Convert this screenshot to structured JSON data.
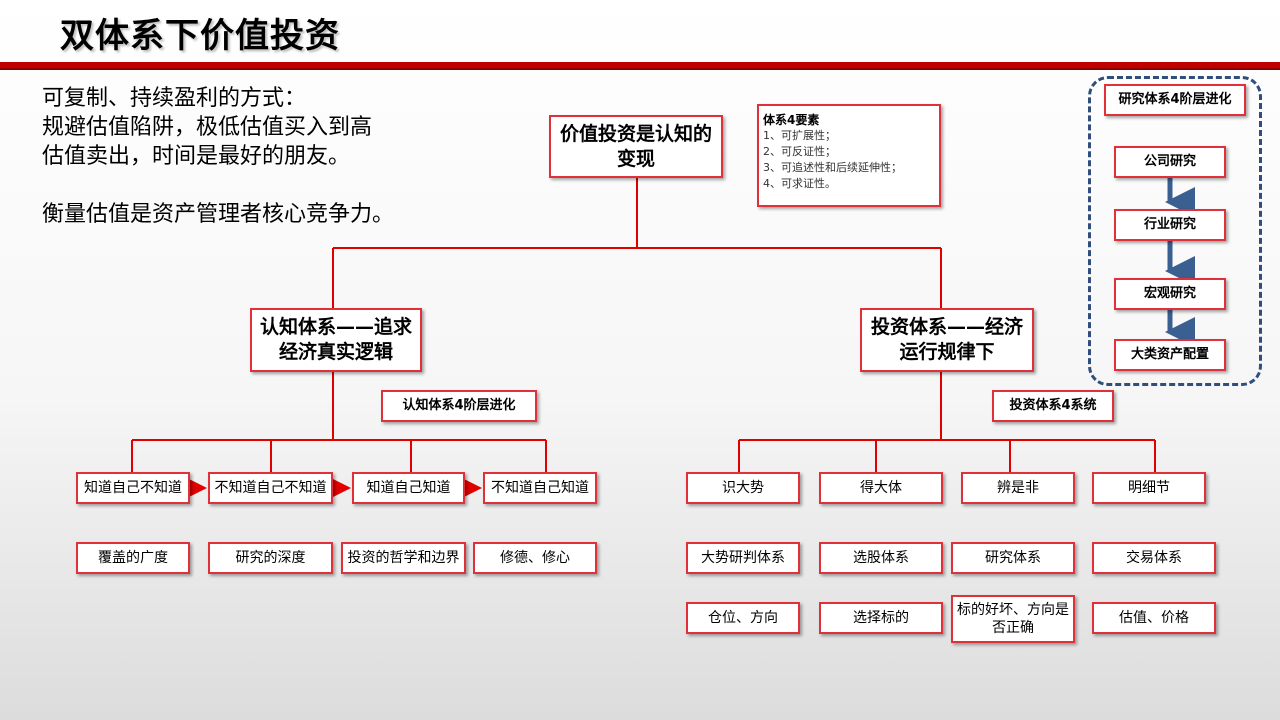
{
  "title": "双体系下价值投资",
  "intro": {
    "lines": [
      "可复制、持续盈利的方式：",
      "规避估值陷阱，极低估值买入到高",
      "估值卖出，时间是最好的朋友。"
    ],
    "tail": "衡量估值是资产管理者核心竞争力。"
  },
  "root": "价值投资是认知的变现",
  "requirements": {
    "title": "体系4要素",
    "items": [
      "1、可扩展性；",
      "2、可反证性；",
      "3、可追述性和后续延伸性；",
      "4、可求证性。"
    ]
  },
  "research": {
    "title": "研究体系4阶层进化",
    "steps": [
      "公司研究",
      "行业研究",
      "宏观研究",
      "大类资产配置"
    ]
  },
  "cognition": {
    "title": "认知体系——追求经济真实逻辑",
    "sub_label": "认知体系4阶层进化",
    "stages": [
      "知道自己不知道",
      "不知道自己不知道",
      "知道自己知道",
      "不知道自己知道"
    ],
    "meanings": [
      "覆盖的广度",
      "研究的深度",
      "投资的哲学和边界",
      "修德、修心"
    ]
  },
  "investment": {
    "title": "投资体系——经济运行规律下",
    "sub_label": "投资体系4系统",
    "pillars": [
      "识大势",
      "得大体",
      "辨是非",
      "明细节"
    ],
    "systems": [
      "大势研判体系",
      "选股体系",
      "研究体系",
      "交易体系"
    ],
    "details": [
      "仓位、方向",
      "选择标的",
      "标的好坏、方向是否正确",
      "估值、价格"
    ]
  },
  "colors": {
    "accent": "#c00000",
    "box_border": "#e0303a",
    "arrow_blue": "#3a5f91"
  }
}
